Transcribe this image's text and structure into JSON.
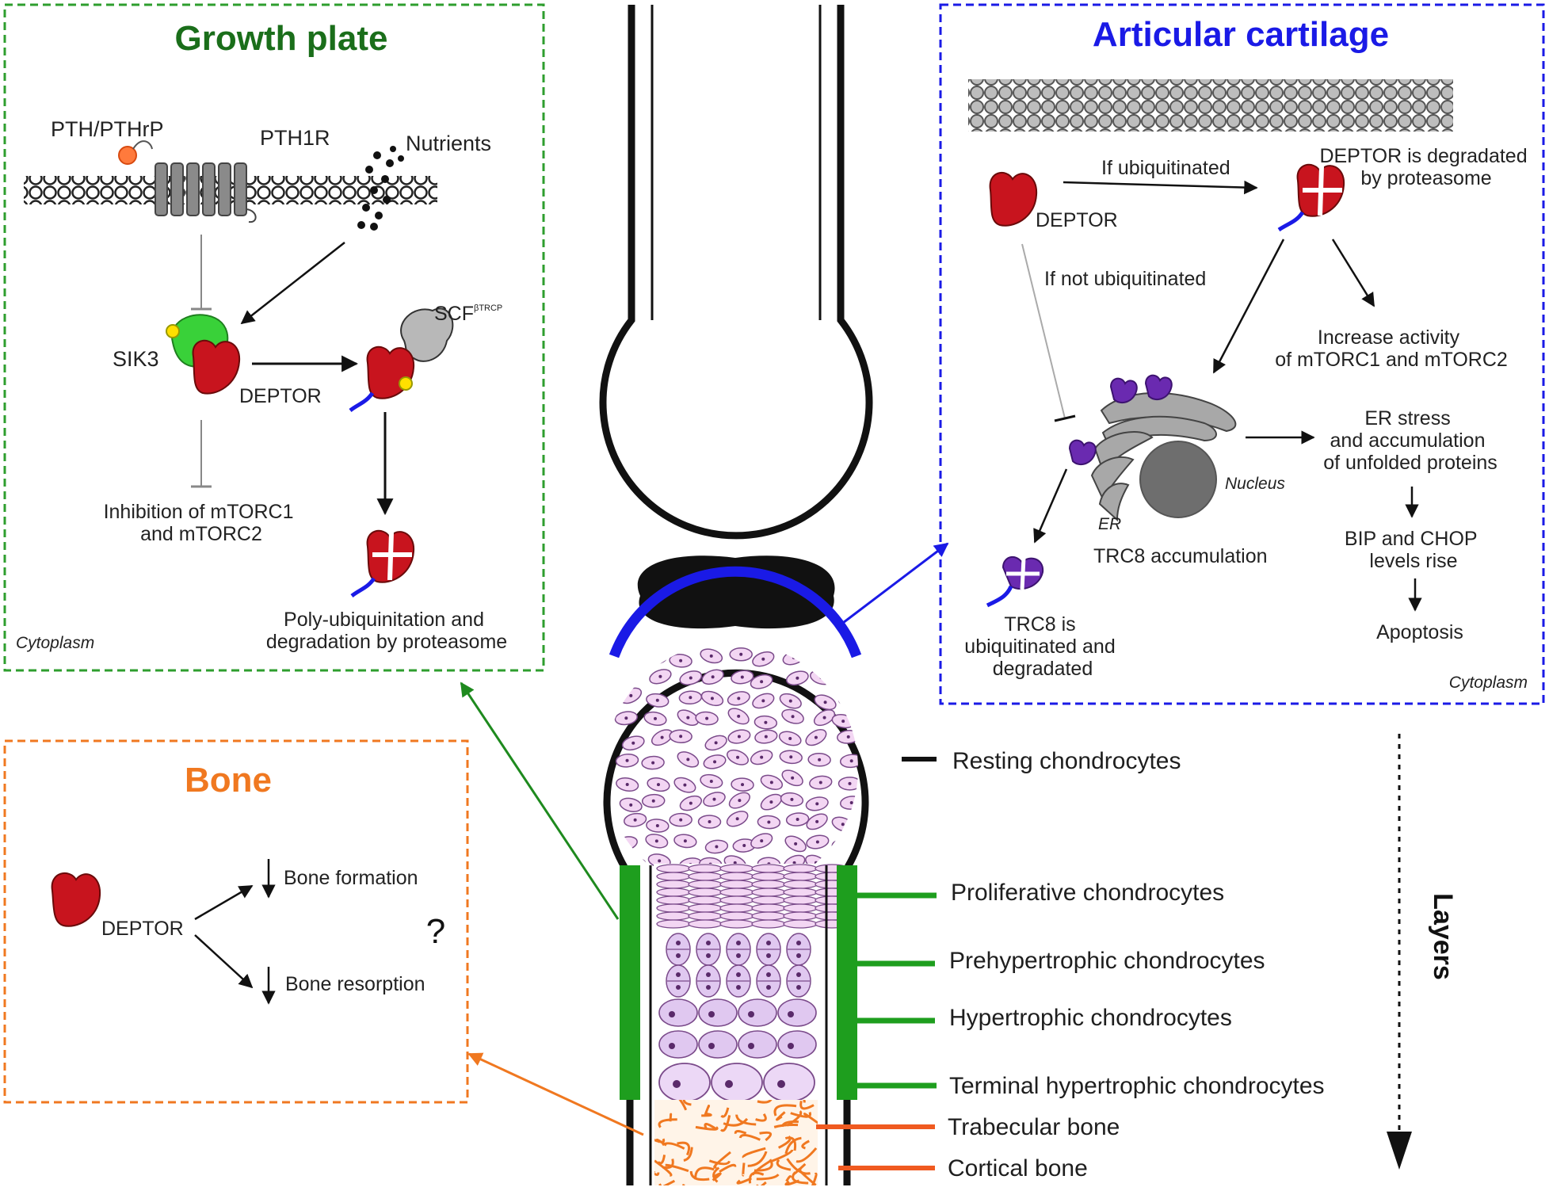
{
  "panels": {
    "growth_plate": {
      "title": "Growth plate",
      "title_color": "#1a6e1a",
      "labels": {
        "pth": "PTH/PTHrP",
        "receptor": "PTH1R",
        "nutrients": "Nutrients",
        "sik3": "SIK3",
        "deptor": "DEPTOR",
        "scf": "SCF",
        "scf_super": "βTRCP",
        "inhibition_line1": "Inhibition of mTORC1",
        "inhibition_line2": "and mTORC2",
        "degradation_line1": "Poly-ubiquinitation and",
        "degradation_line2": "degradation by proteasome",
        "compartment": "Cytoplasm"
      }
    },
    "articular_cartilage": {
      "title": "Articular cartilage",
      "title_color": "#1a1ae6",
      "labels": {
        "deptor": "DEPTOR",
        "if_ubiquitinated": "If ubiquitinated",
        "if_not_ubiquitinated": "If not ubiquitinated",
        "degraded_line1": "DEPTOR is degradated",
        "degraded_line2": "by proteasome",
        "increase_line1": "Increase activity",
        "increase_line2": "of mTORC1 and mTORC2",
        "er_stress_line1": "ER stress",
        "er_stress_line2": "and accumulation",
        "er_stress_line3": "of unfolded proteins",
        "nucleus": "Nucleus",
        "er": "ER",
        "trc8_accumulation": "TRC8 accumulation",
        "trc8_line1": "TRC8 is",
        "trc8_line2": "ubiquitinated and",
        "trc8_line3": "degradated",
        "bip_line1": "BIP and CHOP",
        "bip_line2": "levels rise",
        "apoptosis": "Apoptosis",
        "compartment": "Cytoplasm"
      }
    },
    "bone": {
      "title": "Bone",
      "title_color": "#f07820",
      "labels": {
        "deptor": "DEPTOR",
        "formation": "Bone formation",
        "resorption": "Bone resorption",
        "question": "?"
      }
    }
  },
  "layers": {
    "heading": "Layers",
    "items": [
      "Resting chondrocytes",
      "Proliferative chondrocytes",
      "Prehypertrophic chondrocytes",
      "Hypertrophic chondrocytes",
      "Terminal hypertrophic chondrocytes",
      "Trabecular bone",
      "Cortical bone"
    ]
  },
  "colors": {
    "deptor": "#c8141e",
    "sik3": "#39d139",
    "ubiquitin_tail": "#1a1ae6",
    "trc8": "#6a2ab0",
    "cartilage_cell": "#f3d6f3",
    "hypertrophic_cell": "#e0c8f0",
    "bone_orange": "#f07820",
    "growth_green": "#1e9e1e"
  },
  "icons": [
    "membrane-bilayer",
    "deptor-protein-icon",
    "sik3-kinase-icon",
    "scf-complex-icon",
    "proteasome-degraded-icon",
    "er-nucleus-icon",
    "trc8-protein-icon"
  ]
}
